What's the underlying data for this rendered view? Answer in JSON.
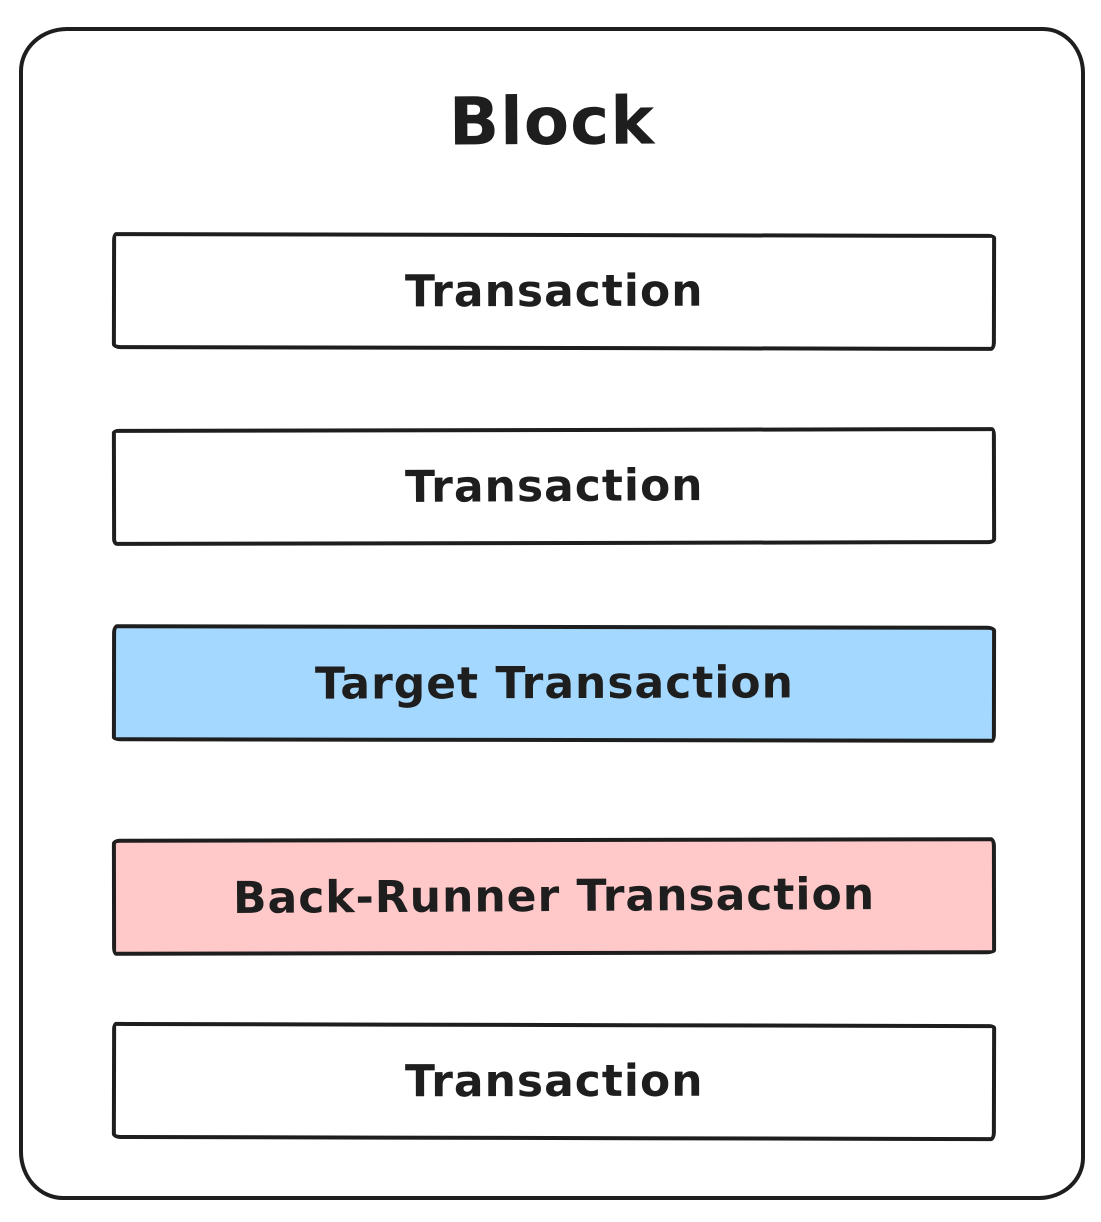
{
  "diagram": {
    "title": "Block",
    "blocks": [
      {
        "label": "Transaction",
        "variant": "plain"
      },
      {
        "label": "Transaction",
        "variant": "plain"
      },
      {
        "label": "Target Transaction",
        "variant": "target"
      },
      {
        "label": "Back-Runner Transaction",
        "variant": "back-runner"
      },
      {
        "label": "Transaction",
        "variant": "plain"
      }
    ],
    "colors": {
      "stroke": "#1e1e1e",
      "plain_fill": "#ffffff",
      "target_fill": "#a5d8ff",
      "back_runner_fill": "#ffc9c9",
      "canvas_background": "#ffffff"
    }
  }
}
